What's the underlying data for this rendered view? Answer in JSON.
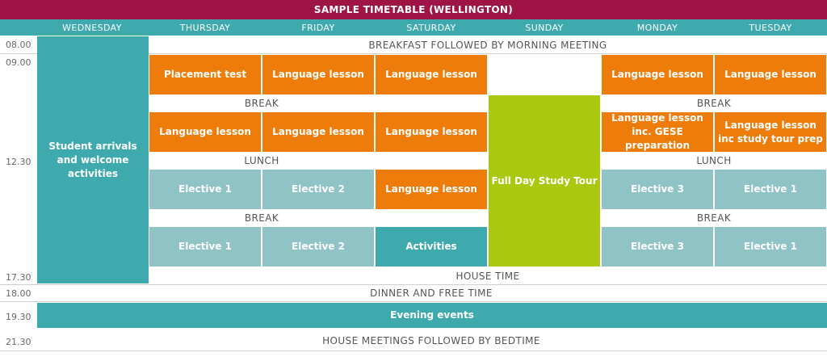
{
  "title": "SAMPLE TIMETABLE (WELLINGTON)",
  "days": [
    "WEDNESDAY",
    "THURSDAY",
    "FRIDAY",
    "SATURDAY",
    "SUNDAY",
    "MONDAY",
    "TUESDAY"
  ],
  "times": [
    "08.00",
    "09.00",
    "12.30",
    "17.30",
    "18.00",
    "19.30",
    "21.30"
  ],
  "rows": {
    "breakfast": "BREAKFAST FOLLOWED BY MORNING MEETING",
    "break": "BREAK",
    "lunch": "LUNCH",
    "house_time": "HOUSE TIME",
    "dinner": "DINNER AND FREE TIME",
    "evening": "Evening events",
    "bedtime": "HOUSE MEETINGS FOLLOWED BY BEDTIME"
  },
  "wednesday": "Student arrivals and welcome activities",
  "sunday": "Full Day Study Tour",
  "cells": {
    "placement_test": "Placement test",
    "language_lesson": "Language lesson",
    "lesson_gese": "Language lesson inc. GESE preparation",
    "lesson_study_tour": "Language lesson inc study tour prep",
    "elective_1": "Elective 1",
    "elective_2": "Elective 2",
    "elective_3": "Elective 3",
    "activities": "Activities"
  },
  "colors": {
    "title_bar": "#9e1444",
    "header": "#3eaaad",
    "orange": "#ee7c0a",
    "light_blue": "#8fc3c6",
    "teal": "#3eaaad",
    "lime": "#aac80d"
  }
}
